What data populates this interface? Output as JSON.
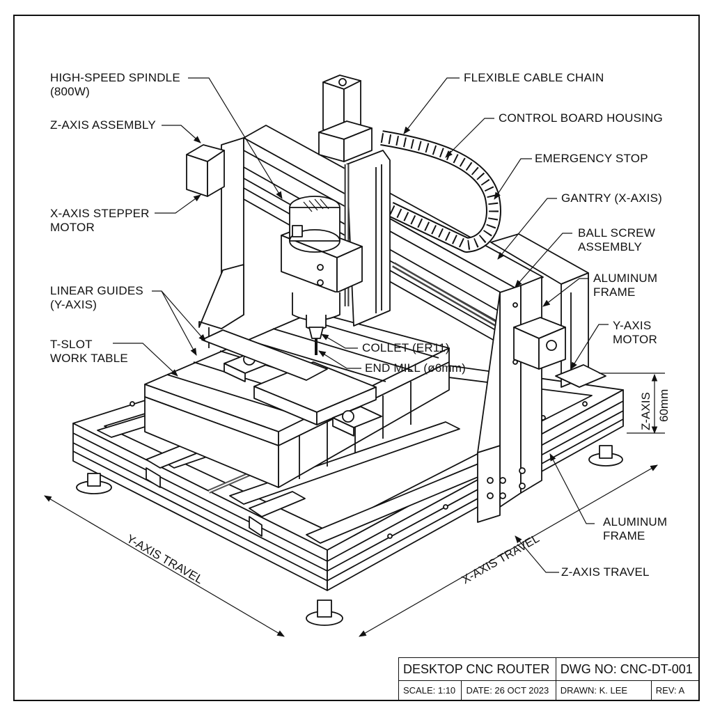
{
  "drawing": {
    "callouts": {
      "spindle": [
        "HIGH-SPEED SPINDLE",
        "(800W)"
      ],
      "z_axis_assembly": "Z-AXIS ASSEMBLY",
      "x_axis_motor": [
        "X-AXIS STEPPER",
        "MOTOR"
      ],
      "linear_guides": [
        "LINEAR GUIDES",
        "(Y-AXIS)"
      ],
      "work_table": [
        "T-SLOT",
        "WORK TABLE"
      ],
      "cable_chain": "FLEXIBLE CABLE CHAIN",
      "control_board": "CONTROL BOARD HOUSING",
      "emergency_stop": "EMERGENCY STOP",
      "gantry": "GANTRY (X-AXIS)",
      "ball_screw": [
        "BALL SCREW",
        "ASSEMBLY"
      ],
      "frame_upper": [
        "ALUMINUM",
        "FRAME"
      ],
      "y_axis_motor": [
        "Y-AXIS",
        "MOTOR"
      ],
      "collet": "COLLET (ER11)",
      "end_mill": "END MILL (ø6mm)",
      "frame_lower": [
        "ALUMINUM",
        "FRAME"
      ],
      "z_axis_travel": "Z-AXIS TRAVEL"
    },
    "dimensions": {
      "y_travel": "Y-AXIS TRAVEL",
      "x_travel": "X-AXIS TRAVEL",
      "z_axis": "Z-AXIS",
      "z_value": "60mm"
    }
  },
  "title_block": {
    "title": "DESKTOP CNC ROUTER",
    "dwg_no": "DWG NO: CNC-DT-001",
    "scale": "SCALE: 1:10",
    "date": "DATE: 26 OCT 2023",
    "drawn": "DRAWN: K. LEE",
    "rev": "REV: A"
  }
}
